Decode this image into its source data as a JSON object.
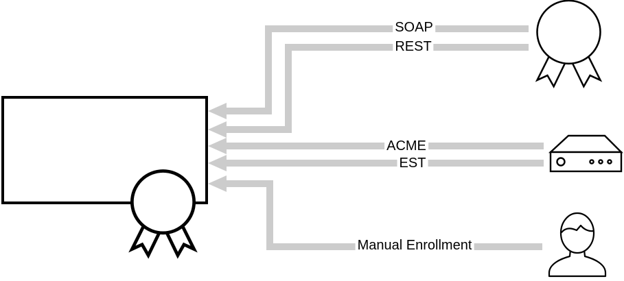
{
  "diagram": {
    "connections": [
      {
        "id": "soap",
        "label": "SOAP"
      },
      {
        "id": "rest",
        "label": "REST"
      },
      {
        "id": "acme",
        "label": "ACME"
      },
      {
        "id": "est",
        "label": "EST"
      },
      {
        "id": "manual",
        "label": "Manual Enrollment"
      }
    ],
    "icons": [
      {
        "name": "certificate-badge-icon",
        "location": "left-box-bottom"
      },
      {
        "name": "certificate-badge-icon",
        "location": "top-right"
      },
      {
        "name": "server-icon",
        "location": "middle-right"
      },
      {
        "name": "person-icon",
        "location": "bottom-right"
      }
    ],
    "colors": {
      "background": "#ffffff",
      "connector": "#cccccc",
      "outline": "#000000",
      "label_background": "#ffffff",
      "label_text": "#000000"
    }
  }
}
